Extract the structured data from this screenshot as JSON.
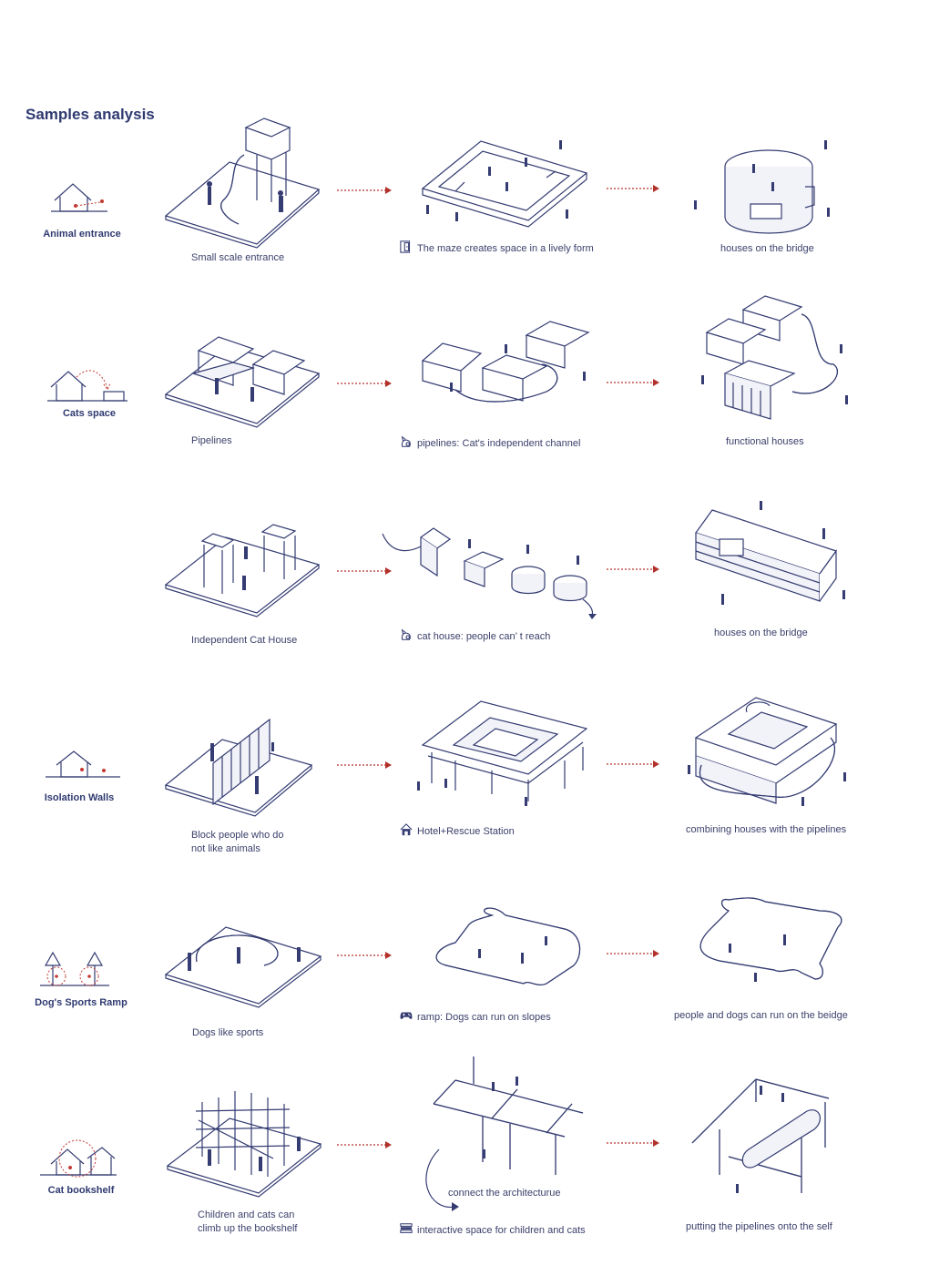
{
  "title": "Samples analysis",
  "rows": [
    {
      "label": "Animal entrance",
      "captions": [
        "Small scale entrance",
        "The maze creates space in a lively form",
        "houses on the bridge"
      ],
      "icon": "door-icon"
    },
    {
      "label": "Cats space",
      "captions": [
        "Pipelines",
        "pipelines: Cat's independent channel",
        "functional houses"
      ],
      "icon": "cat-icon"
    },
    {
      "label": "",
      "captions": [
        "Independent Cat House",
        "cat house: people can’  t reach",
        "houses on the bridge"
      ],
      "icon": "cat-icon"
    },
    {
      "label": "Isolation Walls",
      "captions": [
        "Block people who do",
        "not like animals",
        "Hotel+Rescue Station",
        "combining houses with the pipelines"
      ],
      "icon": "house-icon"
    },
    {
      "label": "Dog's Sports Ramp",
      "captions": [
        "Dogs like sports",
        "ramp: Dogs can run on slopes",
        "people and dogs can run on the beidge"
      ],
      "icon": "gamepad-icon"
    },
    {
      "label": "Cat bookshelf",
      "captions": [
        "Children and cats can",
        "climb up the bookshelf",
        "connect the architecturue",
        "interactive space for children and cats",
        "putting the pipelines onto the self"
      ],
      "icon": "books-icon"
    }
  ],
  "colors": {
    "ink": "#343c72",
    "arrow": "#b3312b",
    "title": "#2f3a70"
  }
}
